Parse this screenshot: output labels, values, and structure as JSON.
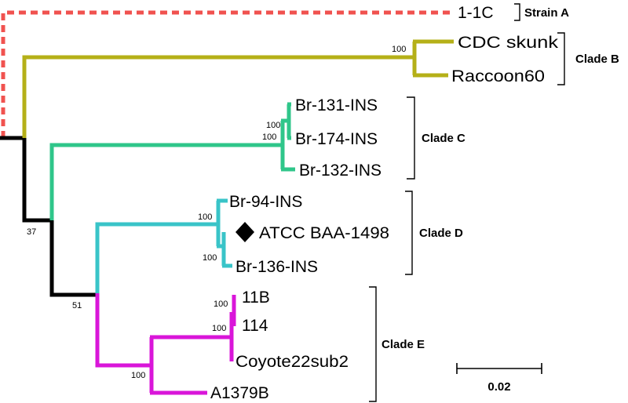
{
  "colors": {
    "root": "#000000",
    "strain_a": "#f0524f",
    "clade_b": "#b5b018",
    "clade_c": "#2fc68a",
    "clade_d": "#39c4c8",
    "clade_e": "#d916d9"
  },
  "taxa": {
    "t_1_1c": "1-1C",
    "t_cdc_skunk": "CDC skunk",
    "t_raccoon60": "Raccoon60",
    "t_br131": "Br-131-INS",
    "t_br174": "Br-174-INS",
    "t_br132": "Br-132-INS",
    "t_br94": "Br-94-INS",
    "t_atcc": "ATCC BAA-1498",
    "t_br136": "Br-136-INS",
    "t_11b": "11B",
    "t_114": "114",
    "t_coyote": "Coyote22sub2",
    "t_a1379b": "A1379B"
  },
  "clades": {
    "strain_a": "Strain A",
    "clade_b": "Clade B",
    "clade_c": "Clade C",
    "clade_d": "Clade D",
    "clade_e": "Clade E"
  },
  "bootstrap": {
    "b_clade_b": "100",
    "b_c_inner": "100",
    "b_c_outer": "100",
    "b_d_outer": "100",
    "b_d_inner": "100",
    "b_e_11b": "100",
    "b_e_114": "100",
    "b_e_outer": "100",
    "b_cde": "37",
    "b_de": "51"
  },
  "scale_bar": {
    "label": "0.02"
  },
  "marker": {
    "icon": "filled-diamond-icon"
  }
}
